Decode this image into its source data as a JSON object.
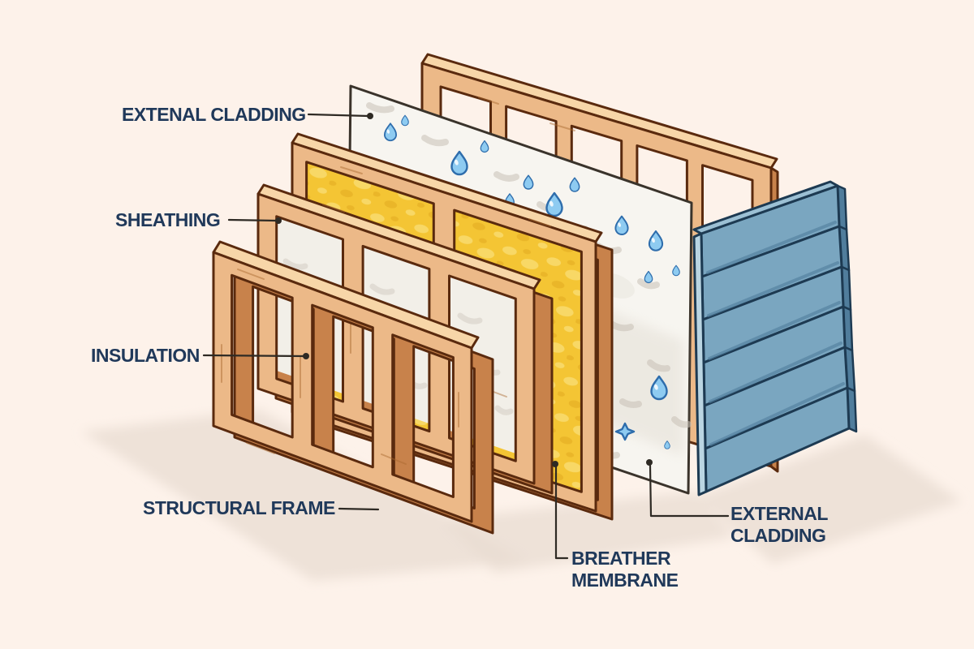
{
  "colors": {
    "bg": "#fdf2ea",
    "ink": "#20395a",
    "line": "#2e2a24",
    "wood_face": "#ecb988",
    "wood_light": "#f7d6a8",
    "wood_side": "#c8824b",
    "wood_outline": "#5a2a0e",
    "insul": "#f4c534",
    "insul_light": "#f9dc6e",
    "insul_dark": "#dfa81d",
    "membrane": "#f7f5f0",
    "panel_outline": "#3a332b",
    "sheath_infill": "#f2efe8",
    "smudge": "#c8c1b6",
    "swirl": "#d7d1c7",
    "patch": "#dcd6cb",
    "drop": "#8ecbf1",
    "drop_outline": "#2e6dac",
    "clad": "#7aa6c0",
    "clad_light": "#bad5e2",
    "clad_top": "#9cc0d4",
    "clad_dark": "#507d9c",
    "clad_outline": "#1d3a52",
    "shadow": "#e8dcd2",
    "grain": "#a8682e"
  },
  "labels": {
    "external_cladding_top": {
      "lines": [
        "EXTENAL CLADDING"
      ]
    },
    "sheathing": {
      "lines": [
        "SHEATHING"
      ]
    },
    "insulation": {
      "lines": [
        "INSULATION"
      ]
    },
    "structural_frame": {
      "lines": [
        "STRUCTURAL FRAME"
      ]
    },
    "breather_membrane": {
      "lines": [
        "BREATHER",
        "MEMBRANE"
      ]
    },
    "external_cladding_right": {
      "lines": [
        "EXTERNAL",
        "CLADDING"
      ]
    }
  },
  "diagram": {
    "type": "exploded-wall-layers-illustration",
    "layer_names": [
      "STRUCTURAL FRAME",
      "SHEATHING",
      "INSULATION",
      "BREATHER MEMBRANE",
      "EXTERNAL CLADDING"
    ]
  }
}
